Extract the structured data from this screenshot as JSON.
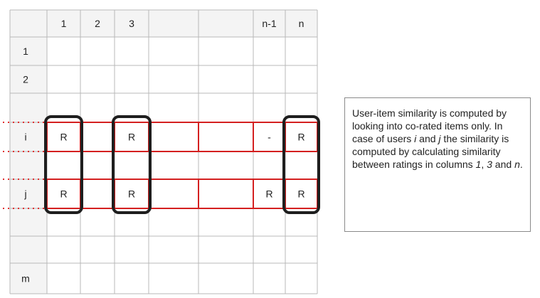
{
  "column_headers": [
    "1",
    "2",
    "3",
    "",
    "",
    "n-1",
    "n"
  ],
  "row_headers": [
    "1",
    "2",
    "",
    "i",
    "",
    "j",
    "",
    "",
    "m"
  ],
  "ratings": {
    "row_i": [
      "R",
      "",
      "R",
      "",
      "",
      "-",
      "R"
    ],
    "row_j": [
      "R",
      "",
      "R",
      "",
      "",
      "R",
      "R"
    ]
  },
  "note": {
    "part1": "User-item similarity is computed by looking into co-rated items only. In case of users ",
    "user_i": "i",
    "part2": " and ",
    "user_j": "j",
    "part3": " the similarity is computed by calculating similarity between ratings in columns ",
    "col_1": "1",
    "part4": ", ",
    "col_3": "3",
    "part5": " and ",
    "col_n": "n",
    "part6": "."
  },
  "colors": {
    "grid": "#b8b8b8",
    "highlight_rows": "#d42020",
    "highlight_columns": "#1e1e1e",
    "dotted_markers": "#e03030",
    "header_background": "#f4f4f4"
  }
}
